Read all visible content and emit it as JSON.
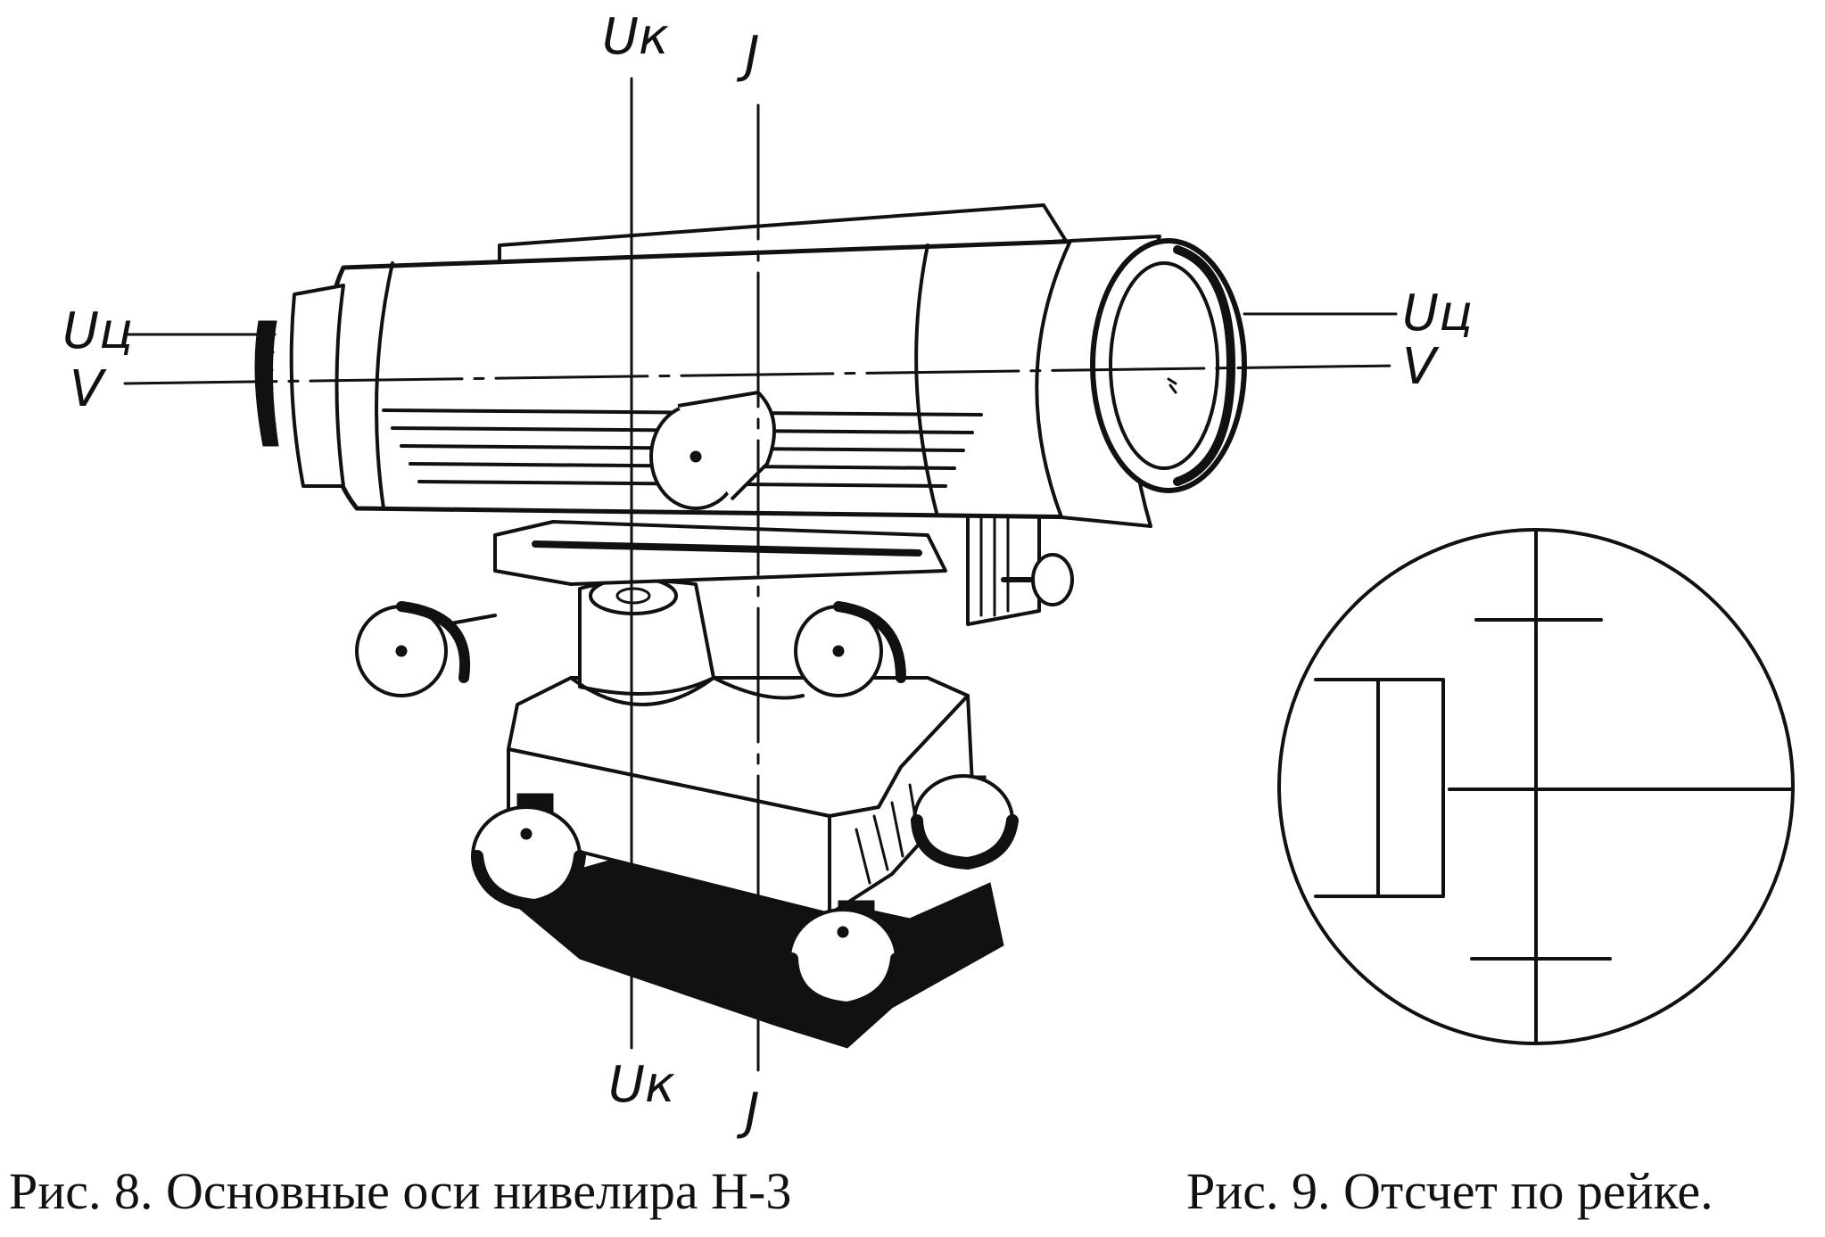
{
  "figure8": {
    "axis_top_left": "Uк",
    "axis_top_right": "J",
    "axis_bottom_left": "Uк",
    "axis_bottom_right": "J",
    "axis_left_upper": "Uц",
    "axis_left_lower": "V",
    "axis_right_upper": "Uц",
    "axis_right_lower": "V",
    "caption": "Рис. 8. Основные оси нивелира Н-3"
  },
  "figure9": {
    "caption": "Рис. 9. Отсчет по рейке."
  }
}
